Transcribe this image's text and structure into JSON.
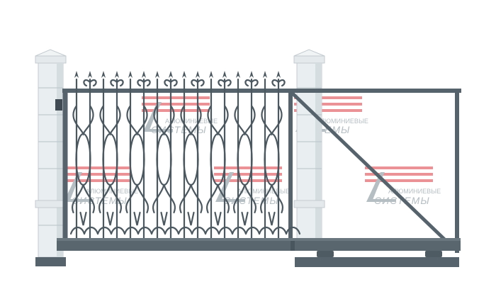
{
  "illustration": {
    "subject": "sliding-gate",
    "colors": {
      "metal": "#56636c",
      "metal_dark": "#3f4a52",
      "pillar_face": "#e9eef0",
      "pillar_side": "#d5dde0",
      "pillar_cap": "#f1f4f5",
      "pillar_line": "#b9c3c7",
      "watermark_red": "#e87f86",
      "watermark_gray": "#a9b3b8"
    },
    "watermark": {
      "line1": "АЛЮМИНИЕВЫЕ",
      "line2": "СИСТЕМЫ",
      "partial_line1": "ЛЮМИНИЕВЫЕ",
      "partial_line2": "ЕМЫ"
    }
  }
}
